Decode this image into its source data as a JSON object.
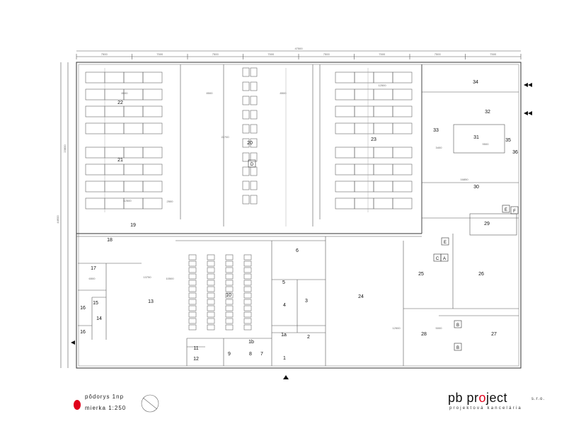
{
  "dimensions": {
    "overall": "47500",
    "bays": [
      "7500",
      "7500",
      "7500",
      "7500",
      "7500",
      "7500",
      "7500",
      "7500"
    ],
    "internal": [
      "8500",
      "8500",
      "8500",
      "22700",
      "12500",
      "12500",
      "16850",
      "9500",
      "3400",
      "13750",
      "12500",
      "10500",
      "6500",
      "23800",
      "44600",
      "5000",
      "2500"
    ]
  },
  "rooms": [
    "1",
    "1a",
    "1b",
    "2",
    "3",
    "4",
    "5",
    "6",
    "7",
    "8",
    "9",
    "10",
    "11",
    "12",
    "13",
    "14",
    "15",
    "16",
    "16",
    "17",
    "18",
    "19",
    "20",
    "21",
    "22",
    "23",
    "24",
    "25",
    "26",
    "27",
    "28",
    "29",
    "30",
    "31",
    "32",
    "33",
    "34",
    "35",
    "36"
  ],
  "markers": [
    "A",
    "B",
    "B",
    "C",
    "D",
    "E",
    "E",
    "F"
  ],
  "legend": {
    "title": "pôdorys 1np",
    "scale": "mierka 1:250",
    "color": "#e0001a"
  },
  "brand": {
    "name_pre": "pb pr",
    "name_o": "o",
    "name_post": "ject",
    "suffix": "s.r.o.",
    "tagline": "projektová kancelária"
  }
}
